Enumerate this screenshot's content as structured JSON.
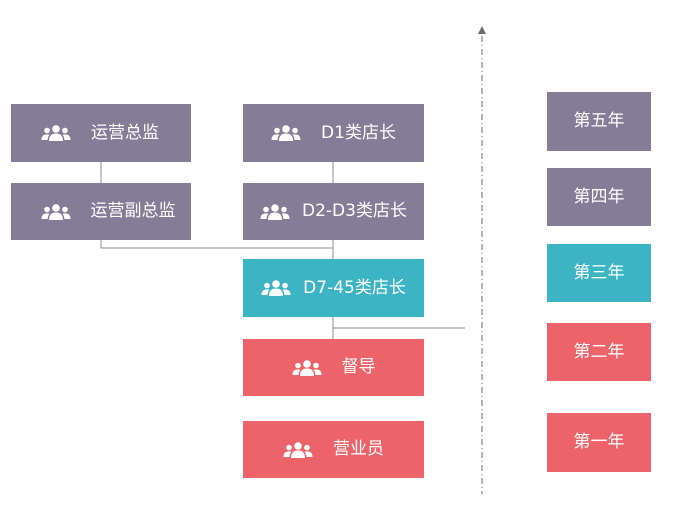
{
  "colors": {
    "purple": "#857c98",
    "teal": "#3db4c4",
    "red": "#ec6469",
    "connector": "#8c8c8c",
    "timeline": "#6b6b6b"
  },
  "nodes": {
    "ops_director": {
      "label": "运营总监",
      "icon": "people-icon"
    },
    "ops_deputy_director": {
      "label": "运营副总监",
      "icon": "people-icon"
    },
    "d1_store_manager": {
      "label": "D1类店长",
      "icon": "people-icon"
    },
    "d2_d3_store_manager": {
      "label": "D2-D3类店长",
      "icon": "people-icon"
    },
    "d7_45_store_manager": {
      "label": "D7-45类店长",
      "icon": "people-icon"
    },
    "supervisor": {
      "label": "督导",
      "icon": "people-icon"
    },
    "salesperson": {
      "label": "营业员",
      "icon": "people-icon"
    }
  },
  "years": {
    "fifth": "第五年",
    "fourth": "第四年",
    "third": "第三年",
    "second": "第二年",
    "first": "第一年"
  },
  "timeline": {
    "direction": "upward",
    "style": "dash-dot"
  }
}
